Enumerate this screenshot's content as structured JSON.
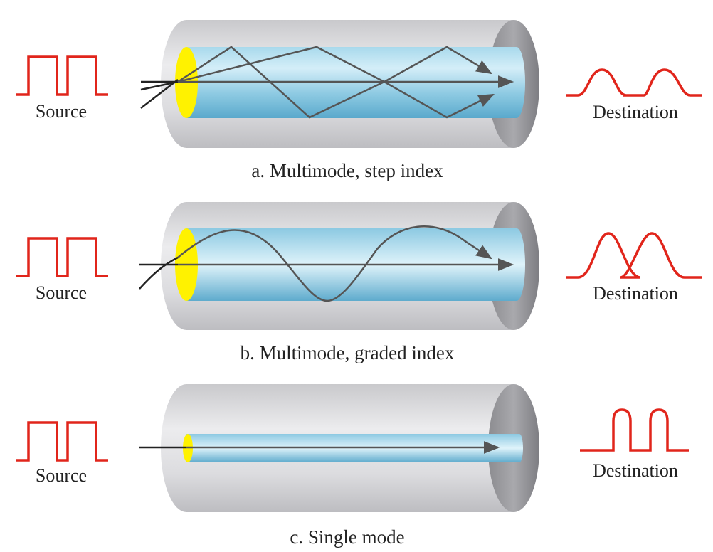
{
  "panels": [
    {
      "id": "a",
      "source_label": "Source",
      "destination_label": "Destination",
      "caption": "a. Multimode, step index"
    },
    {
      "id": "b",
      "source_label": "Source",
      "destination_label": "Destination",
      "caption": "b. Multimode, graded index"
    },
    {
      "id": "c",
      "source_label": "Source",
      "destination_label": "Destination",
      "caption": "c. Single mode"
    }
  ],
  "colors": {
    "pulse": "#e1251b",
    "core_entry": "#fff200",
    "core": "#7ec4e0",
    "cladding": "#d9d9db",
    "ray": "#555555",
    "input_ray": "#222222"
  }
}
